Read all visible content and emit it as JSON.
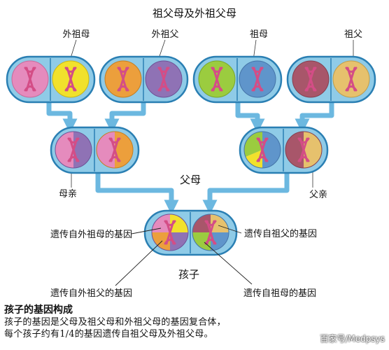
{
  "colors": {
    "pill_fill": "#8fcbe7",
    "pill_stroke": "#2a7fb3",
    "arrow": "#6cb8e0",
    "chromosome": "#d44d86",
    "pink": "#e58bbd",
    "yellow": "#f1e12c",
    "orange": "#ec9f3c",
    "purple": "#8f72b5",
    "green": "#9bcc3f",
    "blue": "#5f95cb",
    "brown": "#a8566a",
    "tan": "#e6c16d"
  },
  "title": "祖父母及外祖父母",
  "grandparents": {
    "maternal_grandmother": "外祖母",
    "maternal_grandfather": "外祖父",
    "paternal_grandmother": "祖母",
    "paternal_grandfather": "祖父"
  },
  "parents": {
    "title": "父母",
    "mother": "母亲",
    "father": "父亲"
  },
  "child": {
    "title": "孩子",
    "gene_maternal_grandmother": "遗传自外祖母的基因",
    "gene_paternal_grandfather": "遗传自祖父的基因",
    "gene_maternal_grandfather": "遗传自外祖父的基因",
    "gene_paternal_grandmother": "遗传自祖母的基因"
  },
  "caption": {
    "title": "孩子的基因构成",
    "line1": "孩子的基因是父母及祖父母和外祖父母的基因复合体，",
    "line2": "每个孩子约有1/4的基因遗传自祖父母及外祖父母。"
  },
  "watermark": "百家号/Medpsys"
}
